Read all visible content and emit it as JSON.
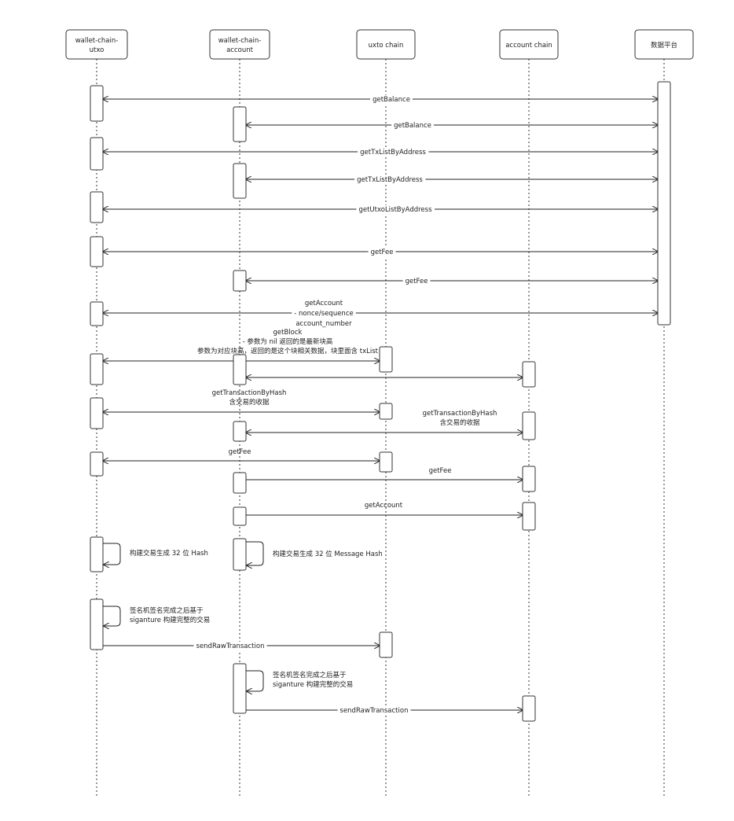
{
  "participants": [
    {
      "id": "wcu",
      "lines": [
        "wallet-chain-",
        "utxo"
      ]
    },
    {
      "id": "wca",
      "lines": [
        "wallet-chain-",
        "account"
      ]
    },
    {
      "id": "utxo",
      "lines": [
        "uxto chain"
      ]
    },
    {
      "id": "acct",
      "lines": [
        "account chain"
      ]
    },
    {
      "id": "data",
      "lines": [
        "数据平台"
      ]
    }
  ],
  "messages": [
    {
      "label": [
        "getBalance"
      ]
    },
    {
      "label": [
        "getBalance"
      ]
    },
    {
      "label": [
        "getTxListByAddress"
      ]
    },
    {
      "label": [
        "getTxListByAddress"
      ]
    },
    {
      "label": [
        "getUtxoListByAddress"
      ]
    },
    {
      "label": [
        "getFee"
      ]
    },
    {
      "label": [
        "getFee"
      ]
    },
    {
      "label": [
        "getAccount",
        "- nonce/sequence",
        "account_number"
      ]
    },
    {
      "label": [
        "getBlock",
        "- 参数为 nil 返回的是最新块高",
        "参数为对应块高，返回的是这个块相关数据，块里面含 txList"
      ]
    },
    {
      "label": []
    },
    {
      "label": [
        "getTransactionByHash",
        "含交易的收据"
      ]
    },
    {
      "label": [
        "getTransactionByHash",
        "含交易的收据"
      ]
    },
    {
      "label": [
        "getFee"
      ]
    },
    {
      "label": [
        "getFee"
      ]
    },
    {
      "label": [
        "getAccount"
      ]
    },
    {
      "label": [
        "sendRawTransaction"
      ]
    },
    {
      "label": [
        "sendRawTransaction"
      ]
    }
  ],
  "self_messages": [
    {
      "label": [
        "构建交易生成 32 位 Hash"
      ]
    },
    {
      "label": [
        "构建交易生成 32 位 Message Hash"
      ]
    },
    {
      "label": [
        "签名机签名完成之后基于",
        "siganture 构建完整的交易"
      ]
    },
    {
      "label": [
        "签名机签名完成之后基于",
        "siganture 构建完整的交易"
      ]
    }
  ]
}
